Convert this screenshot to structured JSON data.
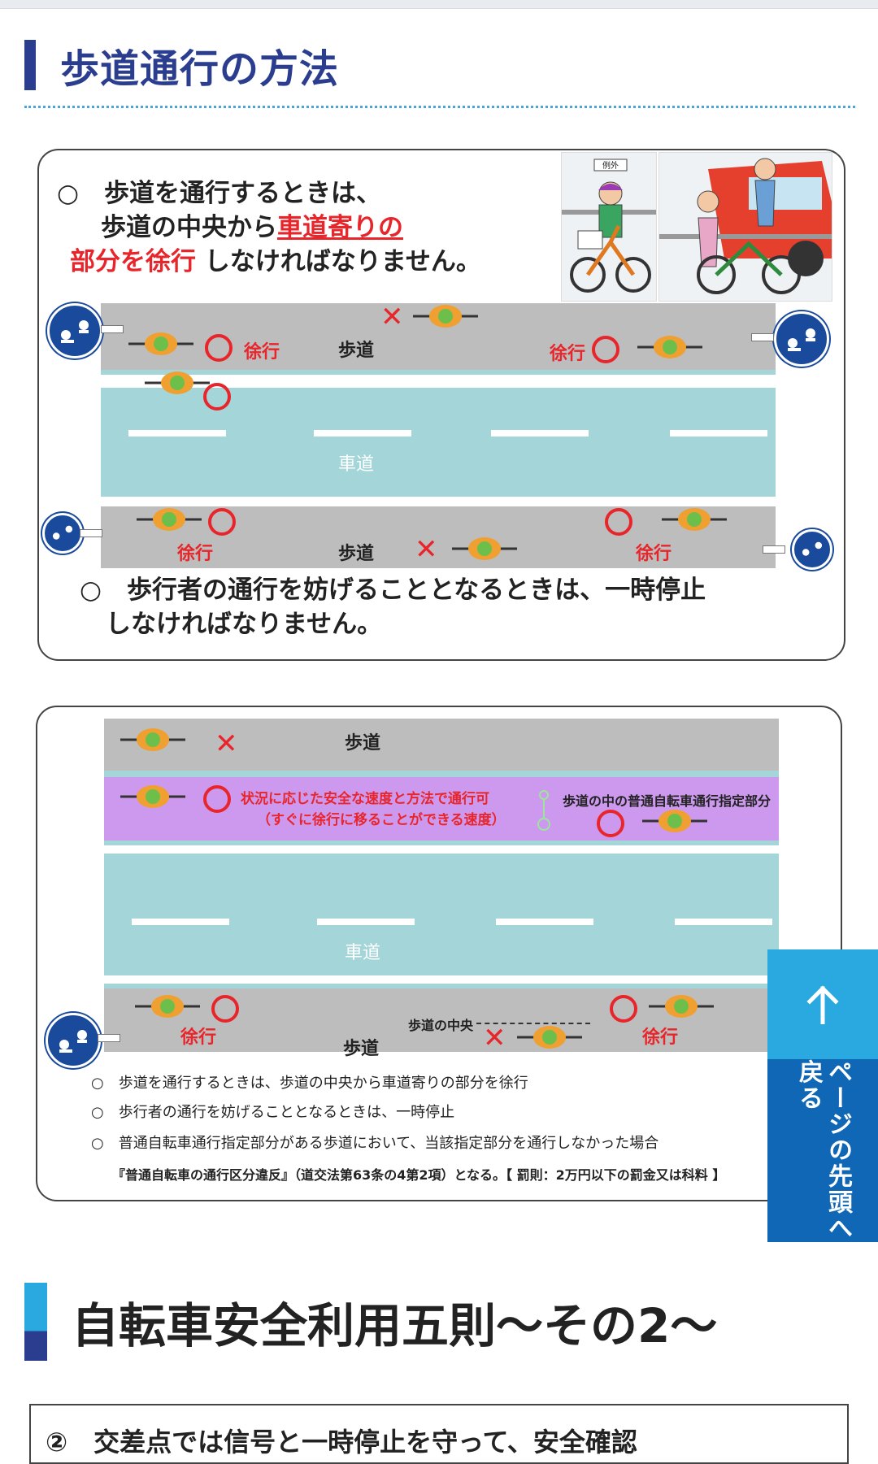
{
  "section1": {
    "title": "歩道通行の方法"
  },
  "panel1": {
    "line1": "○　歩道を通行するときは、",
    "line2a": "歩道の中央から",
    "line2b": "車道寄りの",
    "line3a": "部分を徐行",
    "line3b": " しなければなりません。",
    "example_tag": "例外",
    "line4": "○　歩行者の通行を妨げることとなるときは、一時停止",
    "line5": "しなければなりません。",
    "labels": {
      "jokou": "徐行",
      "hodou": "歩道",
      "shadou": "車道"
    }
  },
  "panel2": {
    "hodou": "歩道",
    "shadou": "車道",
    "purple_line1": "状況に応じた安全な速度と方法で通行可",
    "purple_line2": "（すぐに徐行に移ることができる速度）",
    "designated": "歩道の中の普通自転車通行指定部分",
    "center": "歩道の中央",
    "jokou": "徐行",
    "notes": [
      "○　歩道を通行するときは、歩道の中央から車道寄りの部分を徐行",
      "○　歩行者の通行を妨げることとなるときは、一時停止",
      "○　普通自転車通行指定部分がある歩道において、当該指定部分を通行しなかった場合"
    ],
    "penalty": "『普通自転車の通行区分違反』（道交法第63条の4第2項）となる。【 罰則：2万円以下の罰金又は科料 】"
  },
  "float_button": {
    "label": "ページの先頭へ戻る",
    "arrow": "↑"
  },
  "section2": {
    "title": "自転車安全利用五則～その2～"
  },
  "rule2": {
    "text": "②　交差点では信号と一時停止を守って、安全確認"
  },
  "colors": {
    "heading": "#2a3d8f",
    "accent": "#29a9e0",
    "button_dark": "#1067b6",
    "red": "#e8252b"
  }
}
